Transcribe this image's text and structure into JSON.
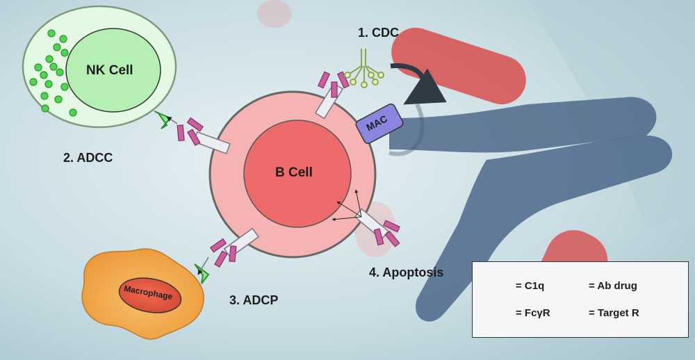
{
  "labels": {
    "cdc": "1. CDC",
    "adcc": "2. ADCC",
    "adcp": "3. ADCP",
    "apoptosis": "4. Apoptosis"
  },
  "cells": {
    "nk": "NK Cell",
    "b": "B Cell",
    "macrophage": "Macrophage",
    "mac": "MAC"
  },
  "legend": {
    "c1q": "= C1q",
    "ab_drug": "= Ab drug",
    "fcgr": "= FcγR",
    "target_r": "= Target R"
  },
  "colors": {
    "background": "#c9dde3",
    "b_cell_outer": "#f6b3b3",
    "b_cell_inner": "#ee6b6b",
    "nk_outer": "#e4f9e4",
    "nk_inner": "#b5efb3",
    "macrophage": "#f2a94b",
    "mac": "#8a86e0",
    "antibody": "#c8609b",
    "fc_receptor": "#74e074",
    "c1q": "#a6c86a"
  }
}
